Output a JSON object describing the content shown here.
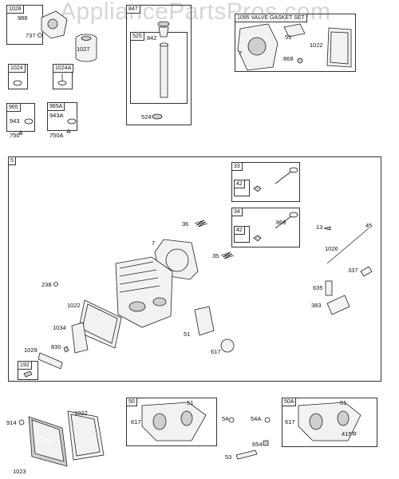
{
  "watermark": "AppliancePartsPros.com",
  "tags": {
    "t1028": "1028",
    "t1024": "1024",
    "t1024a": "1024A",
    "t965": "965",
    "t965a": "965A",
    "t847": "847",
    "t525": "525",
    "t1095": "1095 VALVE GASKET SET",
    "t5": "5",
    "t33": "33",
    "t42a": "42",
    "t34": "34",
    "t42b": "42",
    "t192": "192",
    "t50": "50",
    "t50a": "50A"
  },
  "labels": {
    "l988": "988",
    "l737": "737",
    "l1027": "1027",
    "l943": "943",
    "l750": "750",
    "l943a": "943A",
    "l750a": "750A",
    "l842": "842",
    "l524": "524",
    "l7a": "7",
    "l51a": "51",
    "l868a": "868",
    "l1022a": "1022",
    "l36": "36",
    "l7b": "7",
    "l35": "35",
    "l868b": "868",
    "l238": "238",
    "l1022b": "1022",
    "l1034": "1034",
    "l830": "830",
    "l1029": "1029",
    "l51b": "51",
    "l617a": "617",
    "l13": "13",
    "l45": "45",
    "l1026": "1026",
    "l337": "337",
    "l635": "635",
    "l383": "383",
    "l914": "914",
    "l1022c": "1022",
    "l1023": "1023",
    "l51c": "51",
    "l617b": "617",
    "l54": "54",
    "l54a": "54A",
    "l654": "654",
    "l53": "53",
    "l51d": "51",
    "l617c": "617",
    "l415": "415"
  },
  "cover_text": "OHV"
}
